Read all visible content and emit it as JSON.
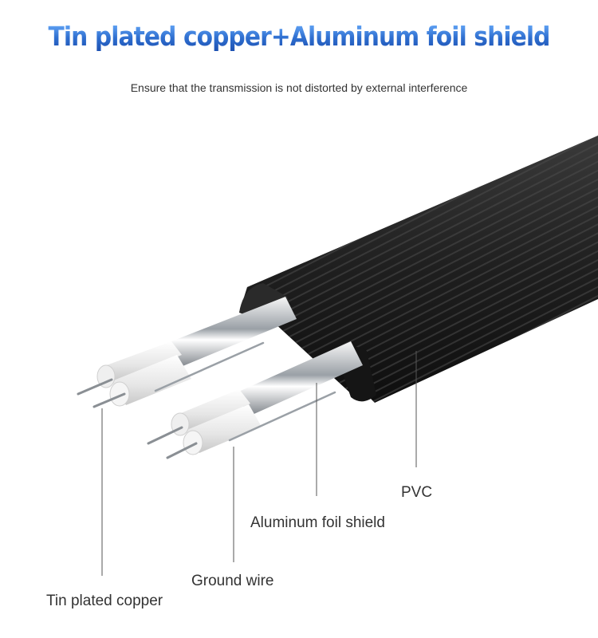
{
  "header": {
    "title": "Tin plated copper+Aluminum foil shield",
    "subtitle": "Ensure that the transmission is not distorted by external interference"
  },
  "labels": {
    "pvc": "PVC",
    "aluminum_foil_shield": "Aluminum foil shield",
    "ground_wire": "Ground wire",
    "tin_plated_copper": "Tin plated copper"
  },
  "colors": {
    "title_blue": "#2f6fd0",
    "jacket": "#1e1e1e",
    "foil": "#d9dde2",
    "insulation": "#f2f2f2",
    "leader_line": "#555555"
  }
}
